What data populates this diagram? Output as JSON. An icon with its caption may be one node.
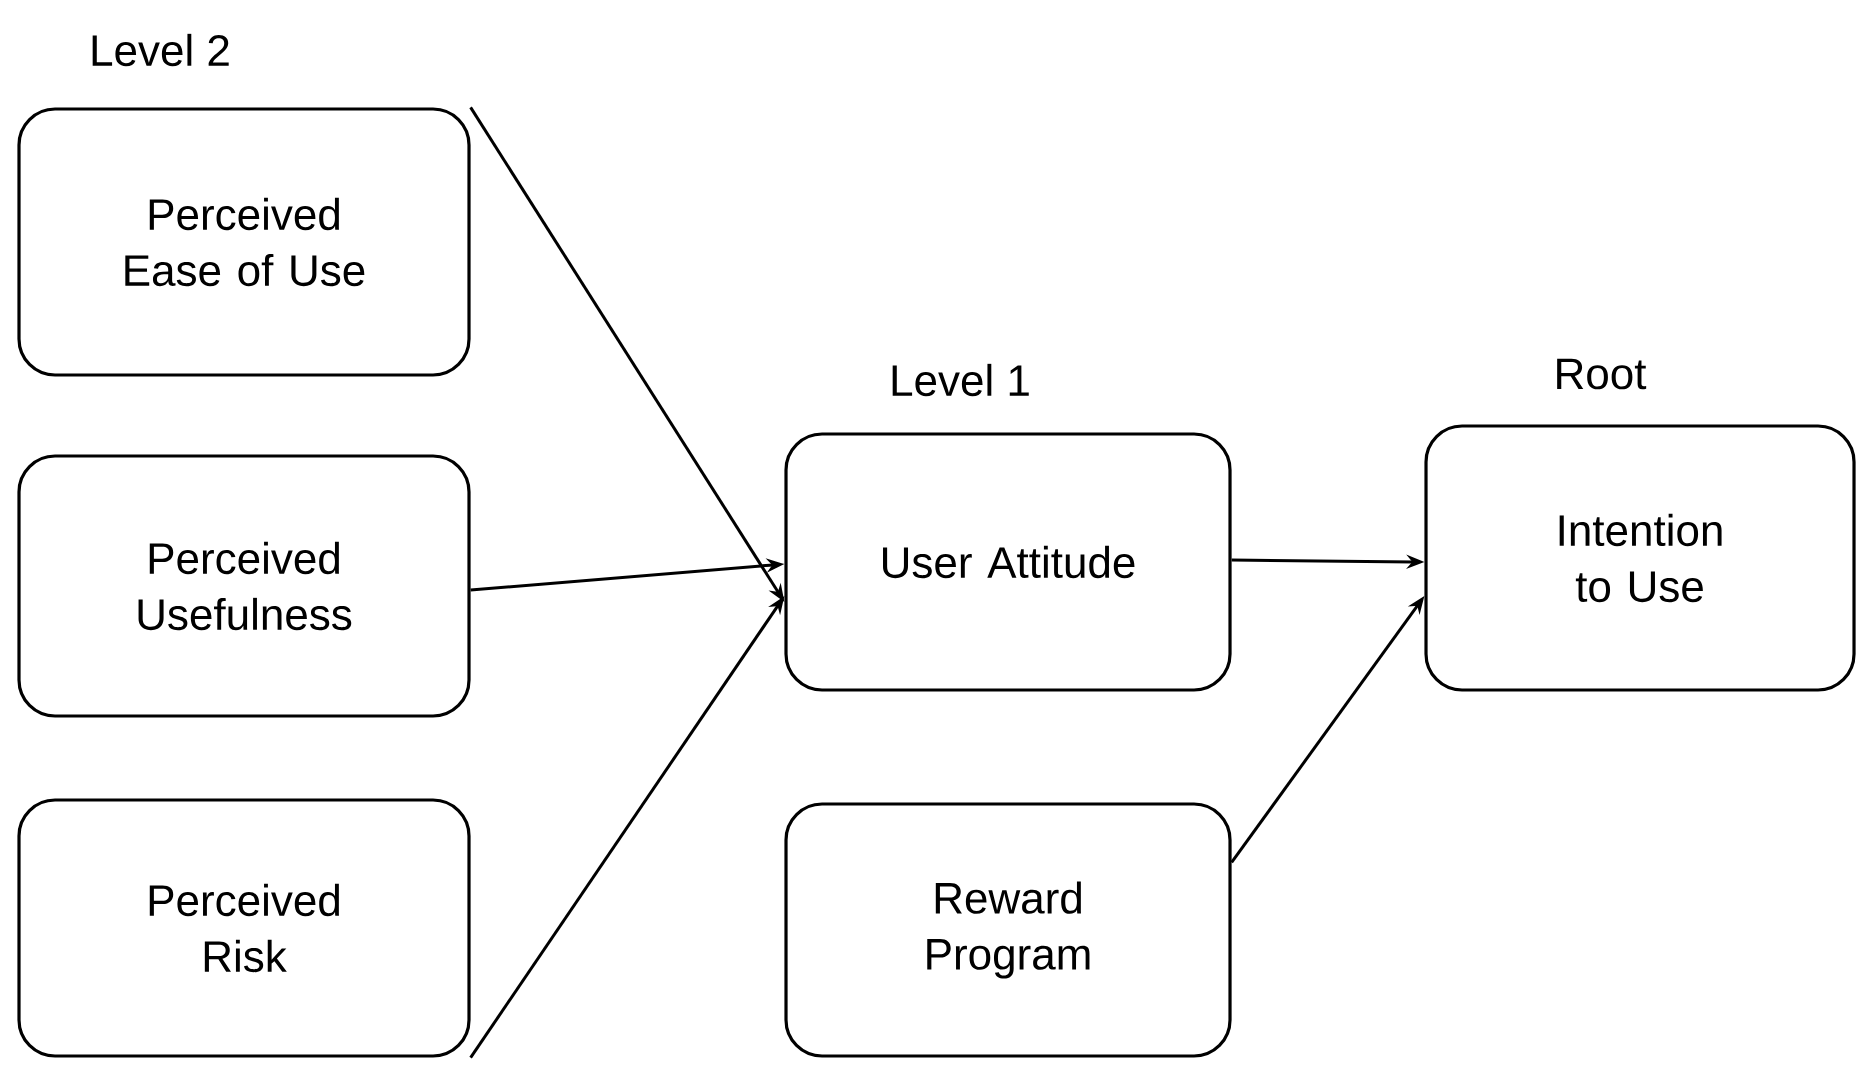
{
  "diagram": {
    "nodes": [
      {
        "text": [
          "Perceived Ease of Use"
        ]
      },
      {
        "text": [
          "Perceived Usefulness"
        ]
      },
      {
        "text": [
          "Perceived Risk"
        ]
      },
      {
        "text": [
          "User Attitude"
        ]
      },
      {
        "text": [
          "Intention to Use"
        ]
      },
      {
        "text": [
          "Reward Program"
        ]
      }
    ],
    "edges": [
      {
        "from": 0,
        "to": 3,
        "arrow": "to"
      },
      {
        "from": 1,
        "to": 3,
        "arrow": "to"
      },
      {
        "from": 2,
        "to": 3,
        "arrow": "to"
      },
      {
        "from": 3,
        "to": 4,
        "arrow": "to"
      },
      {
        "from": 5,
        "to": 4,
        "arrow": "to"
      }
    ],
    "labels": [
      "Level 2",
      "Level 1",
      "Root"
    ]
  }
}
